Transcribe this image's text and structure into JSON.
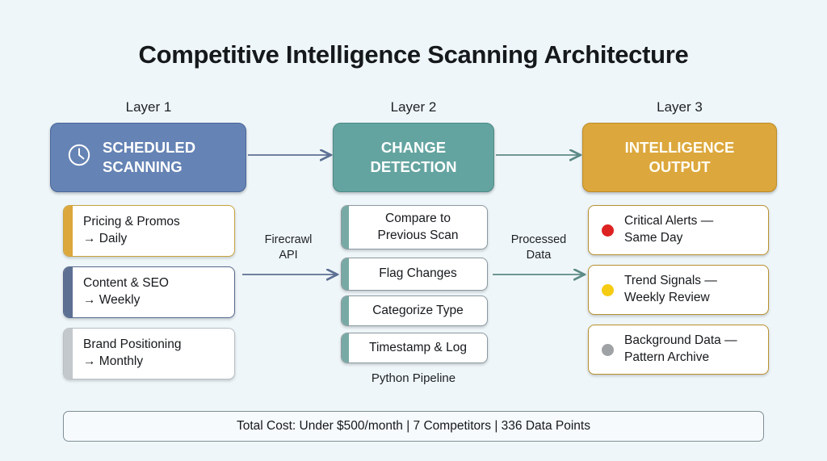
{
  "page": {
    "title": "Competitive Intelligence Scanning Architecture",
    "background_color": "#eff6f9"
  },
  "columns": {
    "layer1": {
      "label": "Layer 1",
      "header": {
        "text": "SCHEDULED SCANNING",
        "line1": "SCHEDULED",
        "line2": "SCANNING",
        "icon": "clock-icon",
        "color": "#6583b4"
      },
      "cards": [
        {
          "line1": "Pricing & Promos",
          "line2": "→ Daily",
          "accent_color": "#dca73c"
        },
        {
          "line1": "Content & SEO",
          "line2": "→ Weekly",
          "accent_color": "#5d7093"
        },
        {
          "line1": "Brand Positioning",
          "line2": "→ Monthly",
          "accent_color": "#c3c8cc"
        }
      ]
    },
    "layer2": {
      "label": "Layer 2",
      "header": {
        "text": "CHANGE DETECTION",
        "line1": "CHANGE",
        "line2": "DETECTION",
        "color": "#64a4a0"
      },
      "cards": [
        {
          "line1": "Compare to",
          "line2": "Previous Scan",
          "accent_color": "#78a9a5"
        },
        {
          "line1": "Flag Changes",
          "line2": "",
          "accent_color": "#78a9a5"
        },
        {
          "line1": "Categorize Type",
          "line2": "",
          "accent_color": "#78a9a5"
        },
        {
          "line1": "Timestamp & Log",
          "line2": "",
          "accent_color": "#78a9a5"
        }
      ],
      "caption": "Python Pipeline"
    },
    "layer3": {
      "label": "Layer 3",
      "header": {
        "text": "INTELLIGENCE OUTPUT",
        "line1": "INTELLIGENCE",
        "line2": "OUTPUT",
        "color": "#dca73c"
      },
      "cards": [
        {
          "line1": "Critical Alerts —",
          "line2": "Same Day",
          "dot_color": "#dd2222"
        },
        {
          "line1": "Trend Signals —",
          "line2": "Weekly Review",
          "dot_color": "#f5cc12"
        },
        {
          "line1": "Background Data —",
          "line2": "Pattern Archive",
          "dot_color": "#9fa2a5"
        }
      ]
    }
  },
  "connectors": {
    "header_arrow_1": {
      "color": "#5d7093"
    },
    "header_arrow_2": {
      "color": "#64a4a0"
    },
    "mid_arrow_1": {
      "label_line1": "Firecrawl",
      "label_line2": "API",
      "color": "#5d7093"
    },
    "mid_arrow_2": {
      "label_line1": "Processed",
      "label_line2": "Data",
      "color": "#64a4a0"
    }
  },
  "footer": {
    "text": "Total Cost: Under $500/month | 7 Competitors | 336 Data Points"
  }
}
